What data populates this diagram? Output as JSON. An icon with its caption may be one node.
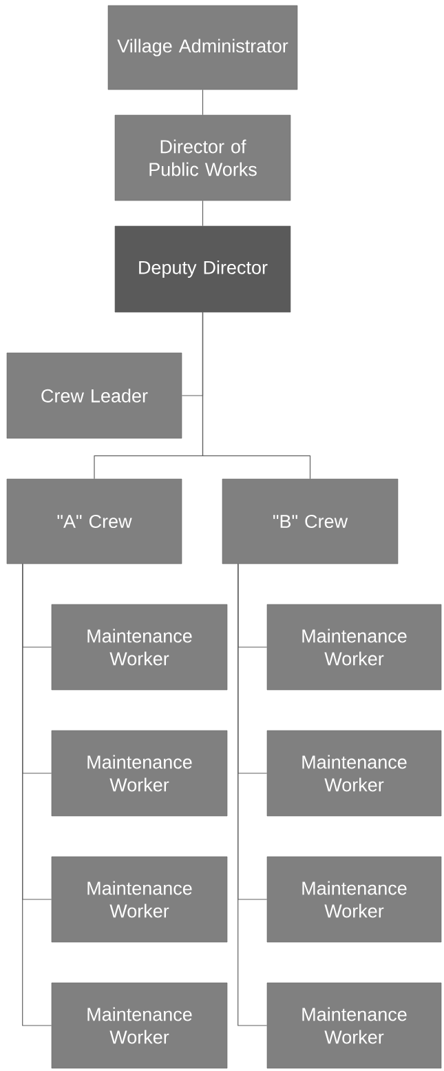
{
  "diagram": {
    "nodes": [
      {
        "text": [
          "Village Administrator"
        ]
      },
      {
        "text": [
          "Director of Public Works"
        ]
      },
      {
        "text": [
          "Deputy Director"
        ]
      },
      {
        "text": [
          "Crew Leader"
        ]
      },
      {
        "text": [
          "\"A\" Crew"
        ]
      },
      {
        "text": [
          "\"B\" Crew"
        ]
      },
      {
        "text": [
          "Maintenance Worker"
        ]
      },
      {
        "text": [
          "Maintenance Worker"
        ]
      },
      {
        "text": [
          "Maintenance Worker"
        ]
      },
      {
        "text": [
          "Maintenance Worker"
        ]
      },
      {
        "text": [
          "Maintenance Worker"
        ]
      },
      {
        "text": [
          "Maintenance Worker"
        ]
      },
      {
        "text": [
          "Maintenance Worker"
        ]
      },
      {
        "text": [
          "Maintenance Worker"
        ]
      }
    ],
    "edges": [
      {
        "from": 0,
        "to": 1,
        "arrow": "none"
      },
      {
        "from": 1,
        "to": 2,
        "arrow": "none"
      },
      {
        "from": 2,
        "to": 3,
        "arrow": "none"
      },
      {
        "from": 2,
        "to": 4,
        "arrow": "none"
      },
      {
        "from": 2,
        "to": 5,
        "arrow": "none"
      },
      {
        "from": 4,
        "to": 6,
        "arrow": "none"
      },
      {
        "from": 4,
        "to": 7,
        "arrow": "none"
      },
      {
        "from": 4,
        "to": 8,
        "arrow": "none"
      },
      {
        "from": 4,
        "to": 9,
        "arrow": "none"
      },
      {
        "from": 5,
        "to": 10,
        "arrow": "none"
      },
      {
        "from": 5,
        "to": 11,
        "arrow": "none"
      },
      {
        "from": 5,
        "to": 12,
        "arrow": "none"
      },
      {
        "from": 5,
        "to": 13,
        "arrow": "none"
      }
    ]
  }
}
